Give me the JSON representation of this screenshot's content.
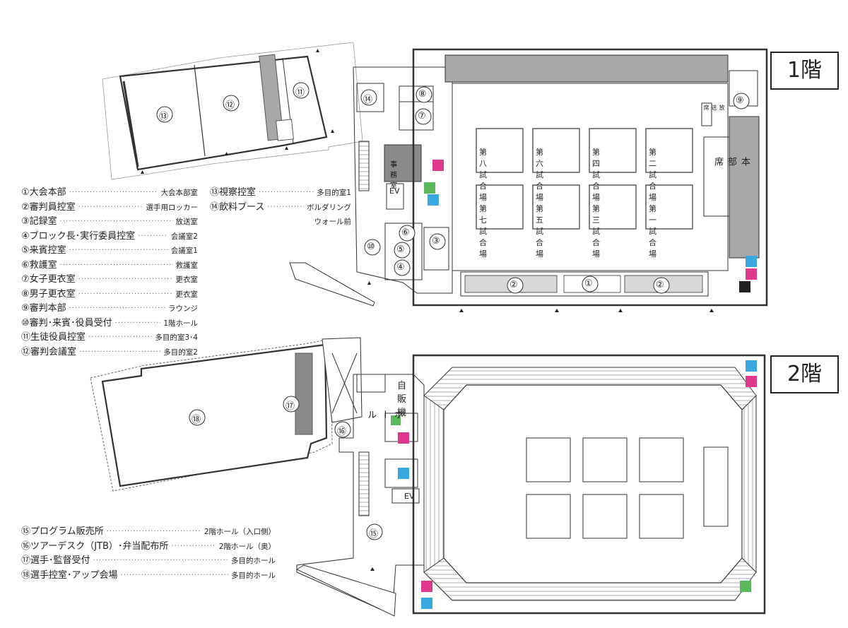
{
  "floor1": {
    "badge": "1階",
    "rooms": {
      "office": "事務室",
      "ev": "EV",
      "broadcast": "放送席",
      "hq_seat": "本部席",
      "courts": [
        "第八試合場",
        "第六試合場",
        "第四試合場",
        "第二試合場",
        "第七試合場",
        "第五試合場",
        "第三試合場",
        "第一試合場"
      ]
    },
    "markers": [
      "①",
      "②",
      "②",
      "③",
      "④",
      "⑤",
      "⑥",
      "⑦",
      "⑧",
      "⑨",
      "⑩",
      "⑪",
      "⑫",
      "⑬",
      "⑭"
    ],
    "legend_left": [
      {
        "label": "①大会本部",
        "value": "大会本部室"
      },
      {
        "label": "②審判員控室",
        "value": "選手用ロッカー"
      },
      {
        "label": "③記録室",
        "value": "放送室"
      },
      {
        "label": "④ブロック長･実行委員控室",
        "value": "会議室2"
      },
      {
        "label": "⑤来賓控室",
        "value": "会議室1"
      },
      {
        "label": "⑥救護室",
        "value": "救護室"
      },
      {
        "label": "⑦女子更衣室",
        "value": "更衣室"
      },
      {
        "label": "⑧男子更衣室",
        "value": "更衣室"
      },
      {
        "label": "⑨審判本部",
        "value": "ラウンジ"
      },
      {
        "label": "⑩審判･来賓･役員受付",
        "value": "1階ホール"
      },
      {
        "label": "⑪生徒役員控室",
        "value": "多目的室3･4"
      },
      {
        "label": "⑫審判会議室",
        "value": "多目的室2"
      }
    ],
    "legend_right": [
      {
        "label": "⑬視察控室",
        "value": "多目的室1"
      },
      {
        "label": "⑭飲料ブース",
        "value": "ボルダリング",
        "value2": "ウォール前"
      }
    ]
  },
  "floor2": {
    "badge": "2階",
    "rooms": {
      "vending": "自販機",
      "hall": "ホール",
      "ev": "EV"
    },
    "markers": [
      "⑮",
      "⑯",
      "⑰",
      "⑱"
    ],
    "legend": [
      {
        "label": "⑮プログラム販売所",
        "value": "2階ホール（入口側）"
      },
      {
        "label": "⑯ツアーデスク（JTB）･弁当配布所",
        "value": "2階ホール（奥）"
      },
      {
        "label": "⑰選手･監督受付",
        "value": "多目的ホール"
      },
      {
        "label": "⑱選手控室･アップ会場",
        "value": "多目的ホール"
      }
    ]
  },
  "colors": {
    "wall": "#333333",
    "gray_room": "#a8a8a8",
    "dark_room": "#8a8a8a",
    "female_wc": "#e0388c",
    "male_wc": "#3aa7e0",
    "accessible": "#5cb85c",
    "wheelchair": "#222222"
  }
}
